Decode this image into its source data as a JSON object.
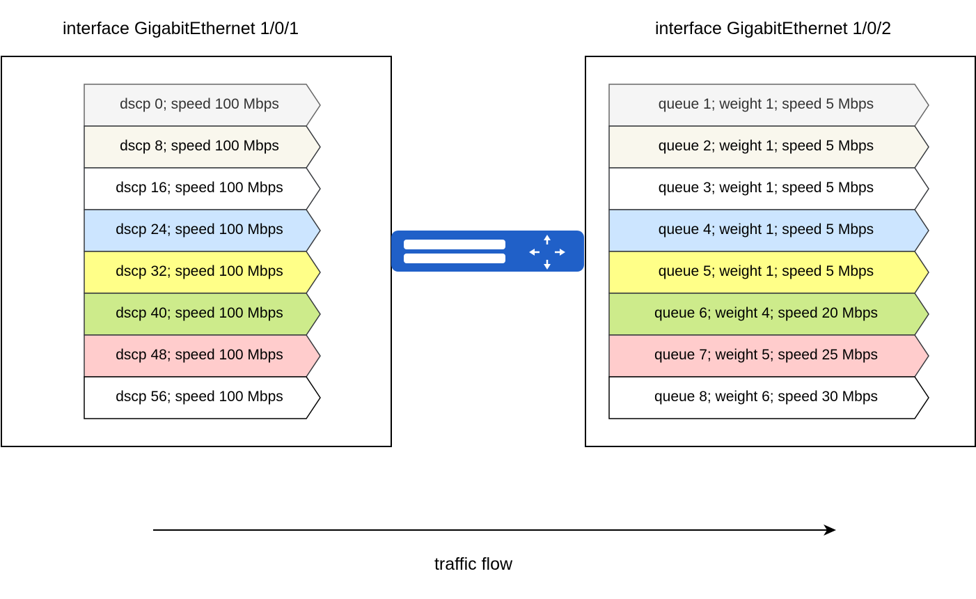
{
  "left_interface": {
    "title": "interface GigabitEthernet 1/0/1",
    "rows": [
      {
        "label": "dscp 0; speed 100 Mbps",
        "fill": "#f5f5f5",
        "stroke": "#666666",
        "text_color": "#333333"
      },
      {
        "label": "dscp 8; speed 100 Mbps",
        "fill": "#f9f7ed",
        "stroke": "#36393d",
        "text_color": "#000000"
      },
      {
        "label": "dscp 16; speed 100 Mbps",
        "fill": "#ffffff",
        "stroke": "#36393d",
        "text_color": "#000000"
      },
      {
        "label": "dscp 24; speed 100 Mbps",
        "fill": "#cce5ff",
        "stroke": "#36393d",
        "text_color": "#000000"
      },
      {
        "label": "dscp 32; speed 100 Mbps",
        "fill": "#ffff88",
        "stroke": "#36393d",
        "text_color": "#000000"
      },
      {
        "label": "dscp 40; speed 100 Mbps",
        "fill": "#cdeb8b",
        "stroke": "#36393d",
        "text_color": "#000000"
      },
      {
        "label": "dscp 48; speed 100 Mbps",
        "fill": "#ffcccc",
        "stroke": "#36393d",
        "text_color": "#000000"
      },
      {
        "label": "dscp 56; speed 100 Mbps",
        "fill": "#ffffff",
        "stroke": "#000000",
        "text_color": "#000000"
      }
    ]
  },
  "right_interface": {
    "title": "interface GigabitEthernet 1/0/2",
    "rows": [
      {
        "label": "queue 1; weight 1; speed 5 Mbps",
        "fill": "#f5f5f5",
        "stroke": "#666666",
        "text_color": "#333333"
      },
      {
        "label": "queue 2; weight 1; speed 5 Mbps",
        "fill": "#f9f7ed",
        "stroke": "#36393d",
        "text_color": "#000000"
      },
      {
        "label": "queue 3; weight 1; speed 5 Mbps",
        "fill": "#ffffff",
        "stroke": "#36393d",
        "text_color": "#000000"
      },
      {
        "label": "queue 4; weight 1; speed 5 Mbps",
        "fill": "#cce5ff",
        "stroke": "#36393d",
        "text_color": "#000000"
      },
      {
        "label": "queue 5; weight 1; speed 5 Mbps",
        "fill": "#ffff88",
        "stroke": "#36393d",
        "text_color": "#000000"
      },
      {
        "label": "queue 6; weight 4; speed 20 Mbps",
        "fill": "#cdeb8b",
        "stroke": "#36393d",
        "text_color": "#000000"
      },
      {
        "label": "queue 7; weight 5; speed 25 Mbps",
        "fill": "#ffcccc",
        "stroke": "#36393d",
        "text_color": "#000000"
      },
      {
        "label": "queue 8; weight 6; speed 30 Mbps",
        "fill": "#ffffff",
        "stroke": "#000000",
        "text_color": "#000000"
      }
    ]
  },
  "device": {
    "icon": "switch-icon",
    "color": "#2060c8"
  },
  "traffic": {
    "label": "traffic flow",
    "color": "#000000"
  }
}
